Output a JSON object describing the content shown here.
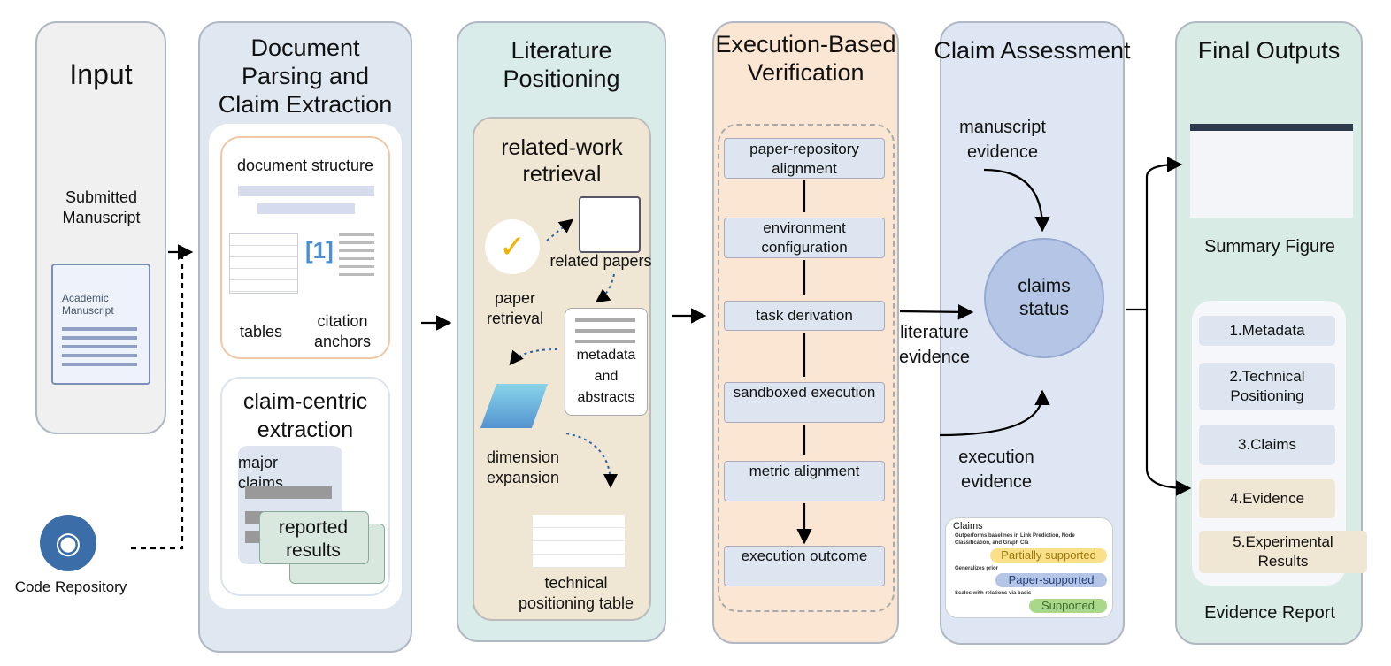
{
  "input": {
    "title": "Input",
    "manuscript_label": "Submitted Manuscript",
    "doc_icon_text": "Academic Manuscript",
    "repo_label": "Code Repository"
  },
  "parsing": {
    "title": "Document Parsing and Claim Extraction",
    "structure": "document structure",
    "tables": "tables",
    "citation": "citation anchors",
    "citation_glyph": "[1]",
    "claim_title": "claim-centric extraction",
    "major_claims": "major claims",
    "reported": "reported results"
  },
  "literature": {
    "title": "Literature Positioning",
    "retrieval_title": "related-work retrieval",
    "paper_retrieval": "paper retrieval",
    "related_papers": "related papers",
    "metadata": "metadata and abstracts",
    "dimension": "dimension expansion",
    "tech_table": "technical positioning table"
  },
  "execution": {
    "title": "Execution-Based Verification",
    "steps": [
      "paper-repository alignment",
      "environment configuration",
      "task derivation",
      "sandboxed execution",
      "metric alignment",
      "execution outcome"
    ]
  },
  "assessment": {
    "title": "Claim Assessment",
    "manuscript_evidence": "manuscript evidence",
    "literature_evidence": "literature evidence",
    "execution_evidence": "execution evidence",
    "status": "claims status",
    "claims_card": {
      "heading": "Claims",
      "c1": "Outperforms baselines in Link Prediction, Node Classification, and Graph Cla",
      "c2": "Generalizes prior",
      "c3": "Scales with relations via basis",
      "b1": "Partially supported",
      "b2": "Paper-supported",
      "b3": "Supported"
    }
  },
  "outputs": {
    "title": "Final Outputs",
    "summary": "Summary Figure",
    "report": "Evidence Report",
    "items": [
      "1.Metadata",
      "2.Technical Positioning",
      "3.Claims",
      "4.Evidence",
      "5.Experimental Results"
    ]
  },
  "colors": {
    "input": "#f0f0f0",
    "parsing": "#dfe7f1",
    "literature": "#d9ece9",
    "execution": "#fbe6d4",
    "assessment": "#dfe6f3",
    "outputs": "#d8ece5",
    "retrieval": "#efe6d3"
  }
}
